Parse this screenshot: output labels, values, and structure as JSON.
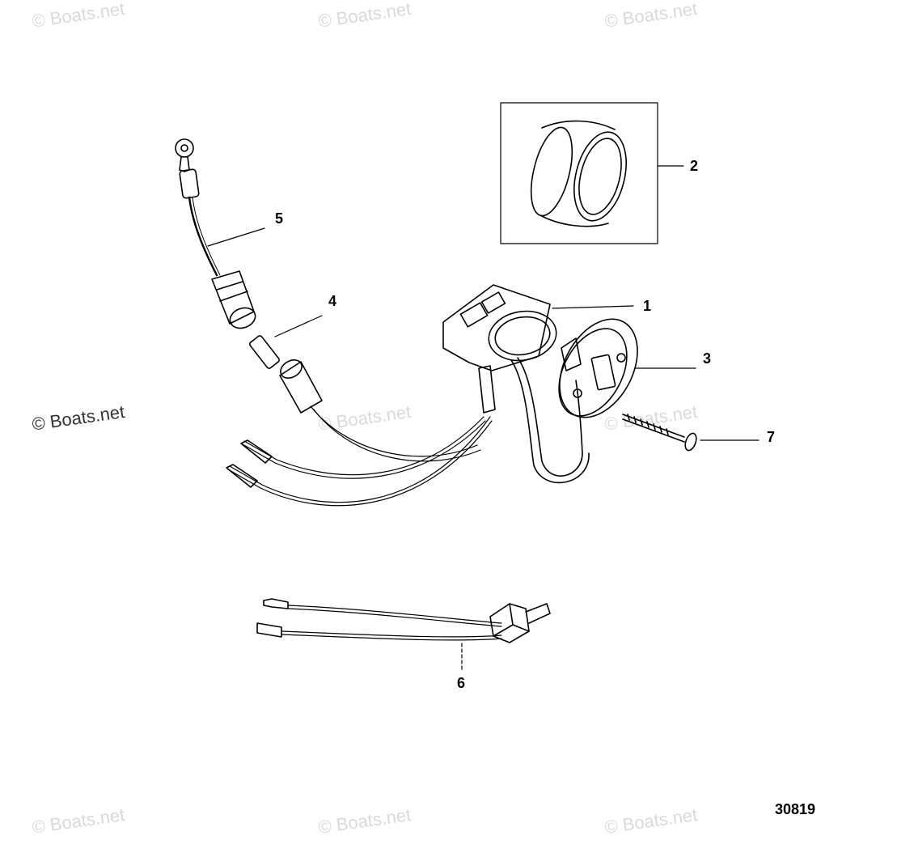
{
  "watermarks": {
    "tl": "© Boats.net",
    "tm": "© Boats.net",
    "tr": "© Boats.net",
    "ml": "© Boats.net",
    "mc": "© Boats.net",
    "mr": "© Boats.net",
    "bl": "© Boats.net",
    "bm": "© Boats.net",
    "br": "© Boats.net"
  },
  "callouts": {
    "c1": "1",
    "c2": "2",
    "c3": "3",
    "c4": "4",
    "c5": "5",
    "c6": "6",
    "c7": "7"
  },
  "diagram_ref": "30819",
  "colors": {
    "ink": "#000000",
    "watermark": "#d9d9d9"
  }
}
